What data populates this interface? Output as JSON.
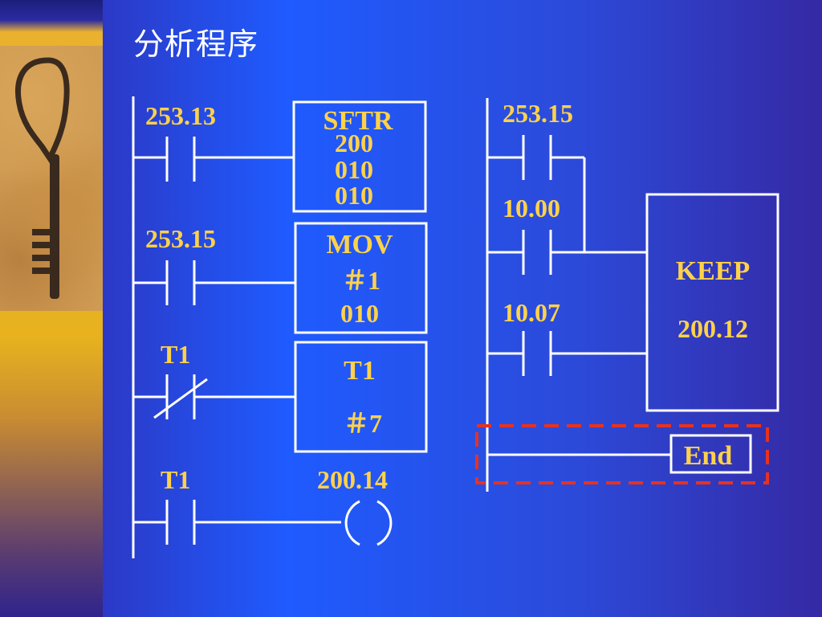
{
  "title": "分析程序",
  "left_ladder": {
    "rung1": {
      "contact": "253.13",
      "instruction": "SFTR",
      "params": [
        "200",
        "010",
        "010"
      ]
    },
    "rung2": {
      "contact": "253.15",
      "instruction": "MOV",
      "params": [
        "＃1",
        "010"
      ]
    },
    "rung3": {
      "contact": "T1",
      "instruction": "T1",
      "params": [
        "＃7"
      ]
    },
    "rung4": {
      "contact": "T1",
      "coil": "200.14"
    }
  },
  "right_ladder": {
    "contacts": [
      "253.15",
      "10.00",
      "10.07"
    ],
    "block": {
      "instruction": "KEEP",
      "address": "200.12"
    },
    "end_label": "End"
  },
  "colors": {
    "label": "#ffd24a",
    "wire": "#ffffff",
    "highlight": "#e8321e"
  }
}
